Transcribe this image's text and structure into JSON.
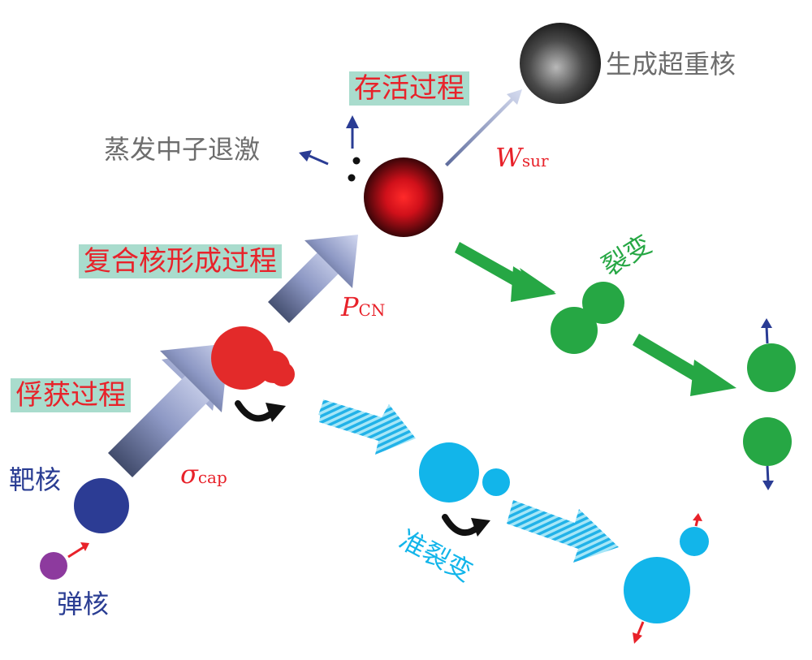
{
  "labels": {
    "target": "靶核",
    "projectile": "弹核",
    "capture": "俘获过程",
    "formation": "复合核形成过程",
    "survival": "存活过程",
    "evaporation": "蒸发中子退激",
    "product": "生成超重核",
    "fission": "裂变",
    "quasi_fission": "准裂变"
  },
  "symbols": {
    "sigma_main": "σ",
    "sigma_sub": "cap",
    "p_main": "P",
    "p_sub": "CN",
    "w_main": "W",
    "w_sub": "sur"
  },
  "colors": {
    "red_text": "#e8222a",
    "blue_text": "#2a3d93",
    "gray_text": "#6d6d6d",
    "green": "#26a744",
    "cyan": "#12b5ea",
    "label_box": "#a9dccd",
    "navy": "#2c3c94",
    "purple": "#8d3a9e"
  }
}
